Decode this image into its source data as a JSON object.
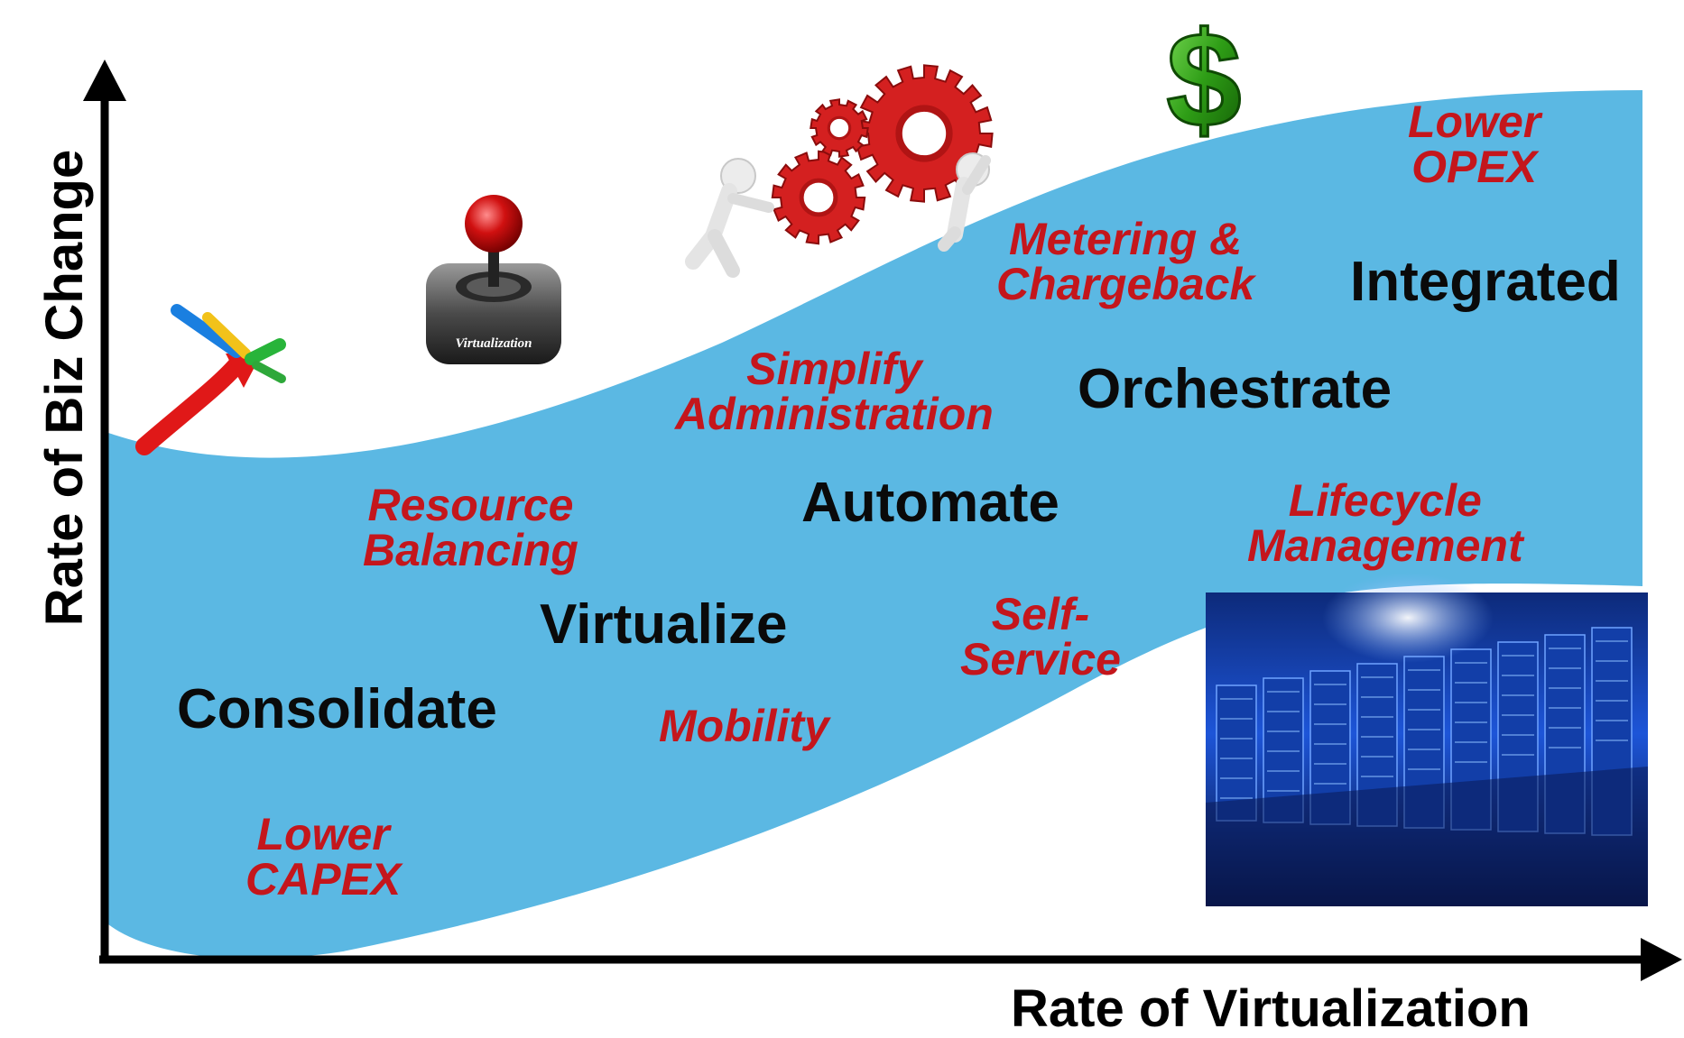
{
  "axes": {
    "y_label": "Rate of Biz Change",
    "x_label": "Rate of Virtualization"
  },
  "stages": [
    {
      "label": "Consolidate"
    },
    {
      "label": "Virtualize"
    },
    {
      "label": "Automate"
    },
    {
      "label": "Orchestrate"
    },
    {
      "label": "Integrated"
    }
  ],
  "benefits": [
    {
      "line1": "Lower",
      "line2": "CAPEX"
    },
    {
      "line1": "Resource",
      "line2": "Balancing"
    },
    {
      "line1": "Mobility",
      "line2": ""
    },
    {
      "line1": "Simplify",
      "line2": "Administration"
    },
    {
      "line1": "Self-",
      "line2": "Service"
    },
    {
      "line1": "Metering &",
      "line2": "Chargeback"
    },
    {
      "line1": "Lifecycle",
      "line2": "Management"
    },
    {
      "line1": "Lower",
      "line2": "OPEX"
    }
  ],
  "illustrations": {
    "joystick_label": "Virtualization",
    "dollar_sign": "$"
  },
  "colors": {
    "band": "#5bb8e3",
    "benefit_text": "#c4161c",
    "stage_text": "#0a0a0a",
    "axis": "#000000",
    "gear": "#d42020",
    "dollar": "#2e9d16"
  }
}
